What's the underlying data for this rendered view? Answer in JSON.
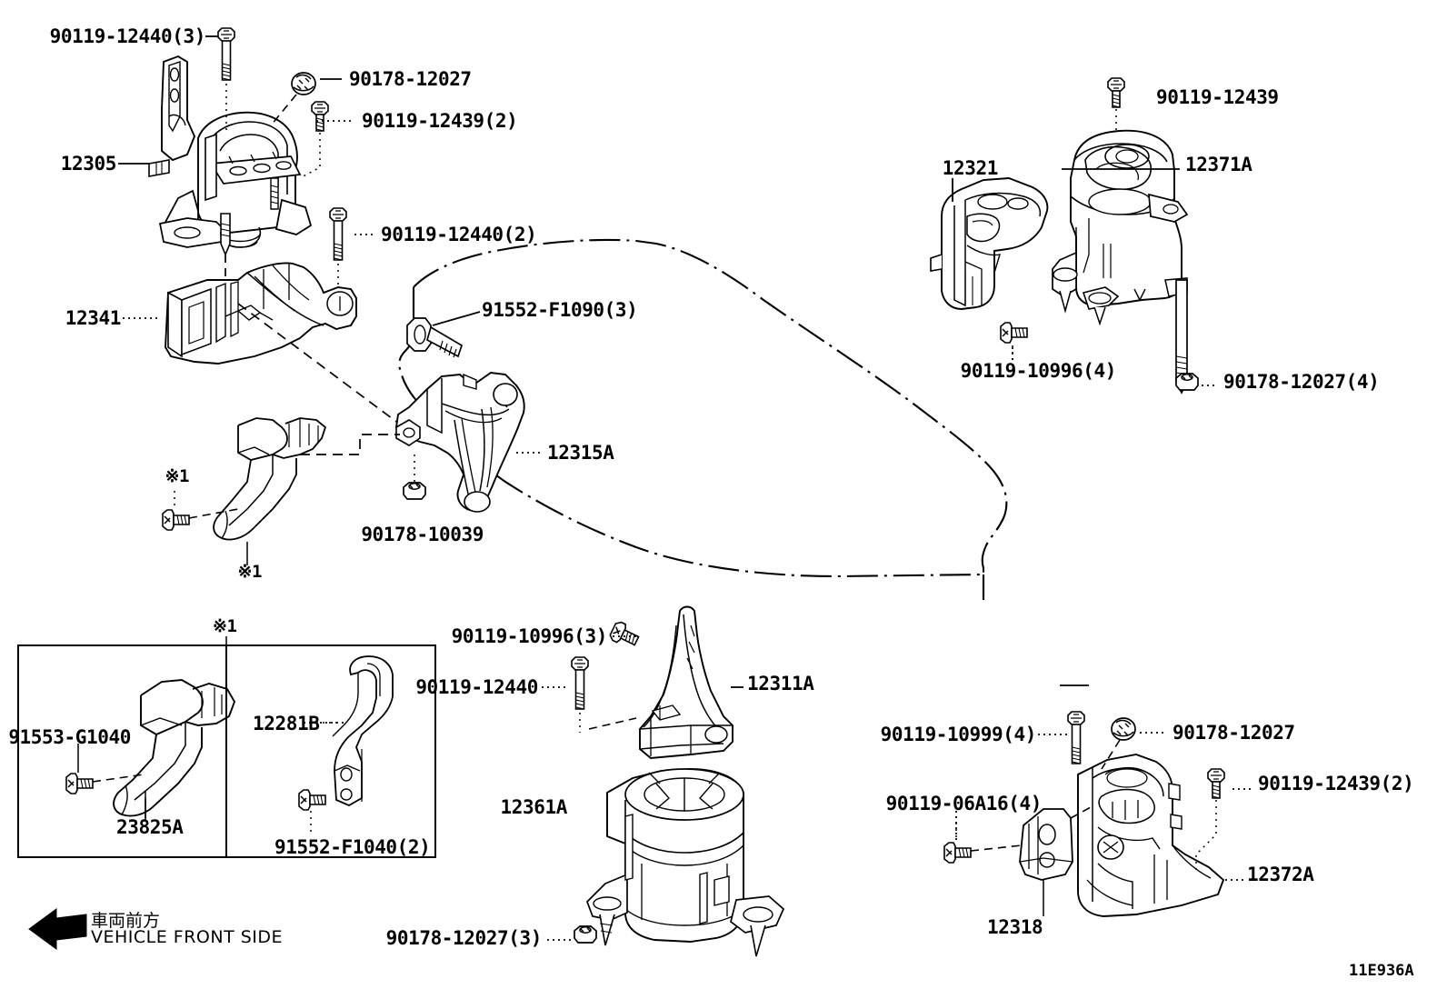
{
  "diagram": {
    "figure_id": "11E936A",
    "front_marker_jp": "車両前方",
    "front_marker_en": "VEHICLE FRONT SIDE",
    "reference_mark": "※1"
  },
  "callouts": {
    "c01": "90119-12440(3)",
    "c02": "90178-12027",
    "c03": "90119-12439(2)",
    "c04": "12305",
    "c05": "90119-12440(2)",
    "c06": "12341",
    "c07": "91552-F1090(3)",
    "c08": "12315A",
    "c09": "90178-10039",
    "c10": "※1",
    "c11": "※1",
    "c12": "90119-12439",
    "c13": "12321",
    "c14": "12371A",
    "c15": "90119-10996(4)",
    "c16": "90178-12027(4)",
    "c17": "※1",
    "c18": "91553-G1040",
    "c19": "23825A",
    "c20": "12281B",
    "c21": "91552-F1040(2)",
    "c22": "90119-10996(3)",
    "c23": "90119-12440",
    "c24": "12311A",
    "c25": "12361A",
    "c26": "90178-12027(3)",
    "c27": "90119-10999(4)",
    "c28": "90178-12027",
    "c29": "90119-12439(2)",
    "c30": "90119-06A16(4)",
    "c31": "12318",
    "c32": "12372A"
  },
  "colors": {
    "line": "#000000",
    "background": "#ffffff"
  }
}
